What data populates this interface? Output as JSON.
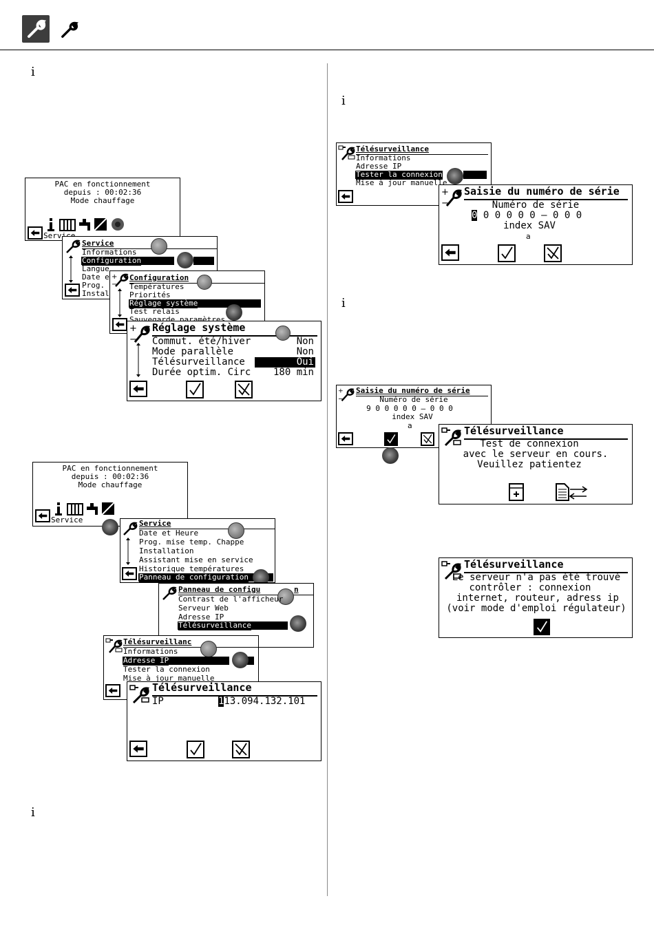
{
  "header": {
    "icon_active": "wrench-icon",
    "icon_plain": "wrench-icon"
  },
  "info_marks": [
    "i",
    "i",
    "i",
    "i"
  ],
  "main_screen": {
    "line1": "PAC en fonctionnement",
    "line2": "depuis  :  00:02:36",
    "line3": "Mode  chauffage",
    "service_label": "Service"
  },
  "service_menu_a": {
    "title": "Service",
    "items": [
      "Informations",
      "Configuration",
      "Langue",
      "Date e",
      "Prog. m",
      "Installa"
    ]
  },
  "configuration_menu": {
    "title": "Configuration",
    "items": [
      "Températures",
      "Priorités",
      "Réglage système",
      "Test relais",
      "Sauvegarde paramètres S"
    ]
  },
  "reglage_systeme": {
    "title": "Réglage système",
    "rows": [
      {
        "label": "Commut. été/hiver",
        "value": "Non"
      },
      {
        "label": "Mode parallèle",
        "value": "Non"
      },
      {
        "label": "Télésurveillance",
        "value": "Oui"
      },
      {
        "label": "Durée optim. Circ",
        "value": "180 min"
      }
    ]
  },
  "service_menu_b": {
    "title": "Service",
    "items": [
      "Date et Heure",
      "Prog. mise temp. Chappe",
      "Installation",
      "Assistant mise en service",
      "Historique températures",
      "Panneau de configuration"
    ]
  },
  "panneau_menu": {
    "title": "Panneau de configu",
    "title_tail": "n",
    "items": [
      "Contrast de l'afficheur",
      "Serveur Web",
      "Adresse IP",
      "Télésurveillance"
    ]
  },
  "telesurv_menu_left": {
    "title": "Télésurveillanc",
    "items": [
      "Informations",
      "Adresse IP",
      "Tester la connexion",
      "Mise à jour manuelle"
    ]
  },
  "ip_screen": {
    "title": "Télésurveillance",
    "label": "IP",
    "cursor": "1",
    "value": "13.094.132.101"
  },
  "telesurv_menu_right": {
    "title": "Télésurveillance",
    "items": [
      "Informations",
      "Adresse IP",
      "Tester la connexion",
      "Mise à jour manuelle"
    ]
  },
  "serial_entry": {
    "title": "Saisie du numéro de série",
    "label": "Numéro de série",
    "cursor": "0",
    "digits": "0 0 0 0 0 – 0 0 0",
    "index_label": "index SAV",
    "index_value": "a"
  },
  "serial_small": {
    "title": "Saisie du numéro de série",
    "label": "Numéro de série",
    "digits": "9 0 0 0 0 0 – 0 0 0",
    "index_label": "index SAV",
    "index_value": "a"
  },
  "connection_test": {
    "title": "Télésurveillance",
    "line1": "Test de connexion",
    "line2": "avec le serveur en cours.",
    "line3": "Veuillez patientez"
  },
  "server_error": {
    "title": "Télésurveillance",
    "line1": "Le serveur n'a pas été trouvé",
    "line2": "contrôler : connexion",
    "line3": "internet, routeur, adress ip",
    "line4": "(voir mode d'emploi régulateur)"
  }
}
